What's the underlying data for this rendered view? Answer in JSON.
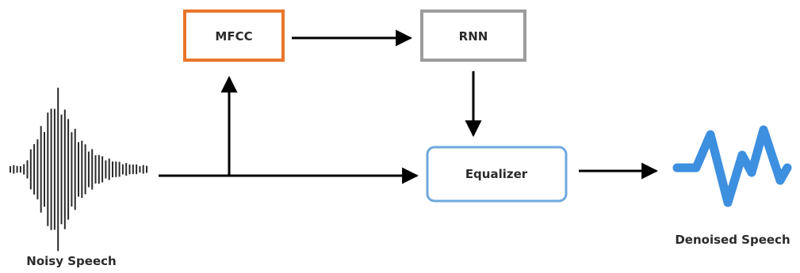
{
  "nodes": {
    "mfcc": {
      "label": "MFCC",
      "border_color": "#E8762B"
    },
    "rnn": {
      "label": "RNN",
      "border_color": "#9C9C9C"
    },
    "equalizer": {
      "label": "Equalizer",
      "border_color": "#6FA8DC"
    }
  },
  "captions": {
    "input": "Noisy Speech",
    "output": "Denoised Speech"
  },
  "icons": {
    "input": "noisy-waveform-icon",
    "output": "clean-waveform-icon"
  },
  "colors": {
    "arrow": "#000000",
    "waveform_noisy": "#2a2a2a",
    "waveform_clean": "#3d8fe0"
  }
}
